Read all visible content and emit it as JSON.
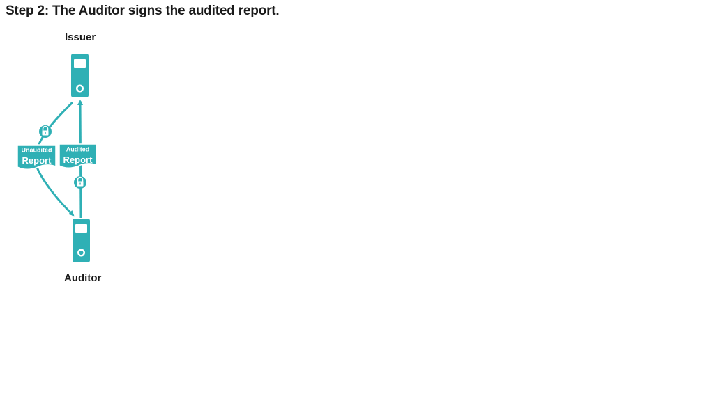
{
  "title": "Step 2: The Auditor signs the audited report.",
  "nodes": {
    "issuer": {
      "label": "Issuer",
      "icon": "phone-device-icon"
    },
    "auditor": {
      "label": "Auditor",
      "icon": "phone-device-icon"
    }
  },
  "documents": {
    "unaudited": {
      "line1": "Unaudited",
      "line2": "Report"
    },
    "audited": {
      "line1": "Audited",
      "line2": "Report"
    }
  },
  "colors": {
    "accent": "#2fb0b5",
    "text": "#1a1a1a",
    "background": "#ffffff"
  }
}
